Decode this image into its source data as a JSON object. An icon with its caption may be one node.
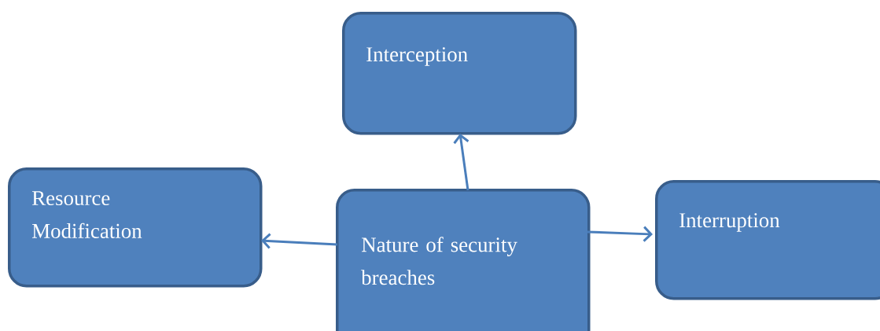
{
  "diagram": {
    "nodes": [
      {
        "text": [
          "Interception"
        ]
      },
      {
        "text": [
          "Resource Modification"
        ]
      },
      {
        "text": [
          "Nature of security breaches"
        ]
      },
      {
        "text": [
          "Interruption"
        ]
      }
    ],
    "edges": [
      {
        "from": 2,
        "to": 0,
        "arrow": "to"
      },
      {
        "from": 2,
        "to": 1,
        "arrow": "to"
      },
      {
        "from": 2,
        "to": 3,
        "arrow": "to"
      }
    ]
  }
}
